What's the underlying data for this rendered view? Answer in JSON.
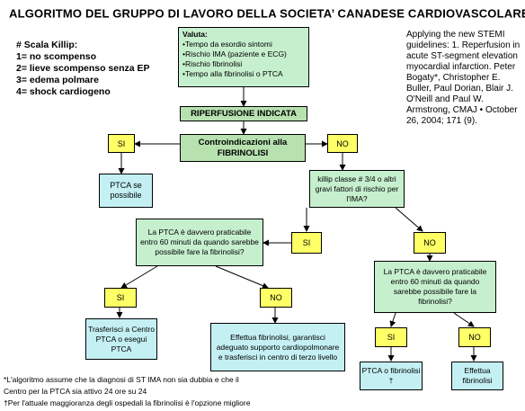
{
  "title": "ALGORITMO DEL GRUPPO DI LAVORO DELLA SOCIETA’ CANADESE CARDIOVASCOLARE",
  "title_mark": "*",
  "killip": {
    "heading": "# Scala Killip:",
    "items": [
      "1= no scompenso",
      "2= lieve scompenso senza EP",
      "3= edema polmare",
      "4= shock cardiogeno"
    ]
  },
  "reference": "Applying the new STEMI guidelines: 1. Reperfusion in acute ST-segment elevation myocardial infarction. Peter Bogaty*, Christopher E. Buller, Paul Dorian, Blair J. O'Neill and Paul W. Armstrong, CMAJ • October 26, 2004; 171 (9).",
  "valuta": {
    "heading": "Valuta:",
    "items": [
      "Tempo da esordio sintomi",
      "Rischio IMA (paziente e ECG)",
      "Rischio fibrinolisi",
      "Tempo alla fibrinolisi o PTCA"
    ]
  },
  "nodes": {
    "riperfusione": "RIPERFUSIONE INDICATA",
    "controindicazioni": "Controindicazioni alla FIBRINOLISI",
    "si1": "SI",
    "no1": "NO",
    "ptca_possibile": "PTCA se possibile",
    "killip_q": "killip classe # 3/4 o altri gravi fattori di rischio per l'IMA?",
    "si2": "SI",
    "no2": "NO",
    "ptca_q_left": "La PTCA è davvero praticabile entro 60 minuti da quando sarebbe possibile fare la fibrinolisi?",
    "ptca_q_right": "La PTCA è davvero praticabile entro 60 minuti da quando sarebbe possibile fare la fibrinolisi?",
    "si3": "SI",
    "no3": "NO",
    "trasferisci": "Trasferisci a Centro PTCA o esegui PTCA",
    "effettua_left": "Effettua fibrinolisi, garantisci adeguato supporto cardiopolmonare e trasferisci in centro di terzo livello",
    "si4": "SI",
    "no4": "NO",
    "ptca_fib": "PTCA o fibrinolisi †",
    "effettua_right": "Effettua fibrinolisi"
  },
  "footnotes": [
    "*L'algoritmo assume che la diagnosi di ST IMA non sia dubbia e che il",
    "Centro per la PTCA sia attivo 24 ore su 24",
    "†Per l'attuale maggioranza degli ospedali la fibrinolisi è l'opzione migliore"
  ]
}
